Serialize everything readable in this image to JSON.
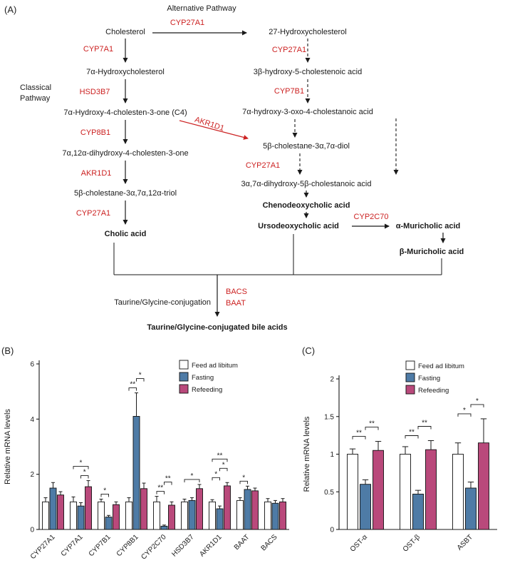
{
  "figure": {
    "panel_a_label": "(A)",
    "panel_b_label": "(B)",
    "panel_c_label": "(C)"
  },
  "colors": {
    "enzyme_red": "#cc2222",
    "feed": "#ffffff",
    "fasting": "#4e7ba6",
    "refeeding": "#b9497b",
    "line": "#1a1a1a"
  },
  "diagram": {
    "titles": {
      "alternative": "Alternative Pathway",
      "classical": "Classical Pathway"
    },
    "metabolites": {
      "cholesterol": "Cholesterol",
      "oh27": "27-Hydroxycholesterol",
      "oh7a": "7α-Hydroxycholesterol",
      "c4": "7α-Hydroxy-4-cholesten-3-one (C4)",
      "dihydroxy": "7α,12α-dihydroxy-4-cholesten-3-one",
      "triol": "5β-cholestane-3α,7α,12α-triol",
      "cholic": "Cholic acid",
      "cholestenoic": "3β-hydroxy-5-cholestenoic acid",
      "oxo": "7α-hydroxy-3-oxo-4-cholestanoic acid",
      "diol": "5β-cholestane-3α,7α-diol",
      "cholestanoic": "3α,7α-dihydroxy-5β-cholestanoic acid",
      "cdca": "Chenodeoxycholic acid",
      "udca": "Ursodeoxycholic acid",
      "amca": "α-Muricholic acid",
      "bmca": "β-Muricholic acid",
      "conjugated": "Taurine/Glycine-conjugated bile acids"
    },
    "enzymes": {
      "cyp27a1": "CYP27A1",
      "cyp7a1": "CYP7A1",
      "hsd3b7": "HSD3B7",
      "cyp8b1": "CYP8B1",
      "akr1d1": "AKR1D1",
      "cyp7b1": "CYP7B1",
      "cyp2c70": "CYP2C70",
      "bacs": "BACS",
      "baat": "BAAT"
    },
    "conjugation_label": "Taurine/Glycine-conjugation"
  },
  "chart_data": [
    {
      "id": "B",
      "type": "bar",
      "title": "",
      "xlabel": "",
      "ylabel": "Relative mRNA levels",
      "ylim": [
        0,
        6
      ],
      "yticks": [
        0,
        2,
        4,
        6
      ],
      "grid": false,
      "legend_position": "top-right",
      "categories": [
        "CYP27A1",
        "CYP7A1",
        "CYP7B1",
        "CYP8B1",
        "CYP2C70",
        "HSD3B7",
        "AKR1D1",
        "BAAT",
        "BACS"
      ],
      "series": [
        {
          "name": "Feed ad libitum",
          "color": "#ffffff",
          "values": [
            1.0,
            1.0,
            1.0,
            1.0,
            1.0,
            1.0,
            1.0,
            1.05,
            1.0
          ],
          "errors": [
            0.15,
            0.18,
            0.1,
            0.15,
            0.2,
            0.1,
            0.08,
            0.1,
            0.12
          ]
        },
        {
          "name": "Fasting",
          "color": "#4e7ba6",
          "values": [
            1.5,
            0.85,
            0.45,
            4.1,
            0.12,
            1.05,
            0.75,
            1.45,
            0.95
          ],
          "errors": [
            0.2,
            0.12,
            0.06,
            0.85,
            0.04,
            0.1,
            0.1,
            0.12,
            0.1
          ]
        },
        {
          "name": "Refeeding",
          "color": "#b9497b",
          "values": [
            1.25,
            1.55,
            0.9,
            1.48,
            0.88,
            1.48,
            1.58,
            1.4,
            1.0
          ],
          "errors": [
            0.12,
            0.22,
            0.1,
            0.2,
            0.12,
            0.15,
            0.12,
            0.1,
            0.12
          ]
        }
      ],
      "significance": [
        {
          "category": "CYP7A1",
          "from": 1,
          "to": 2,
          "label": "*"
        },
        {
          "category": "CYP7A1",
          "from": 0,
          "to": 2,
          "label": "*"
        },
        {
          "category": "CYP7B1",
          "from": 0,
          "to": 1,
          "label": "*"
        },
        {
          "category": "CYP8B1",
          "from": 0,
          "to": 1,
          "label": "**"
        },
        {
          "category": "CYP8B1",
          "from": 1,
          "to": 2,
          "label": "*"
        },
        {
          "category": "CYP2C70",
          "from": 0,
          "to": 1,
          "label": "**"
        },
        {
          "category": "CYP2C70",
          "from": 1,
          "to": 2,
          "label": "**"
        },
        {
          "category": "HSD3B7",
          "from": 0,
          "to": 2,
          "label": "*"
        },
        {
          "category": "AKR1D1",
          "from": 0,
          "to": 1,
          "label": "*"
        },
        {
          "category": "AKR1D1",
          "from": 1,
          "to": 2,
          "label": "*"
        },
        {
          "category": "AKR1D1",
          "from": 0,
          "to": 2,
          "label": "**"
        },
        {
          "category": "BAAT",
          "from": 0,
          "to": 1,
          "label": "*"
        }
      ]
    },
    {
      "id": "C",
      "type": "bar",
      "title": "",
      "xlabel": "",
      "ylabel": "Relative mRNA levels",
      "ylim": [
        0,
        2
      ],
      "yticks": [
        0,
        0.5,
        1,
        1.5,
        2
      ],
      "grid": false,
      "legend_position": "top-right",
      "categories": [
        "OST-α",
        "OST-β",
        "ASBT"
      ],
      "series": [
        {
          "name": "Feed ad libitum",
          "color": "#ffffff",
          "values": [
            1.0,
            1.0,
            1.0
          ],
          "errors": [
            0.07,
            0.1,
            0.15
          ]
        },
        {
          "name": "Fasting",
          "color": "#4e7ba6",
          "values": [
            0.6,
            0.47,
            0.55
          ],
          "errors": [
            0.06,
            0.05,
            0.08
          ]
        },
        {
          "name": "Refeeding",
          "color": "#b9497b",
          "values": [
            1.05,
            1.06,
            1.15
          ],
          "errors": [
            0.12,
            0.12,
            0.32
          ]
        }
      ],
      "significance": [
        {
          "category": "OST-α",
          "from": 0,
          "to": 1,
          "label": "**"
        },
        {
          "category": "OST-α",
          "from": 1,
          "to": 2,
          "label": "**"
        },
        {
          "category": "OST-β",
          "from": 0,
          "to": 1,
          "label": "**"
        },
        {
          "category": "OST-β",
          "from": 1,
          "to": 2,
          "label": "**"
        },
        {
          "category": "ASBT",
          "from": 0,
          "to": 1,
          "label": "*"
        },
        {
          "category": "ASBT",
          "from": 1,
          "to": 2,
          "label": "*"
        }
      ]
    }
  ]
}
